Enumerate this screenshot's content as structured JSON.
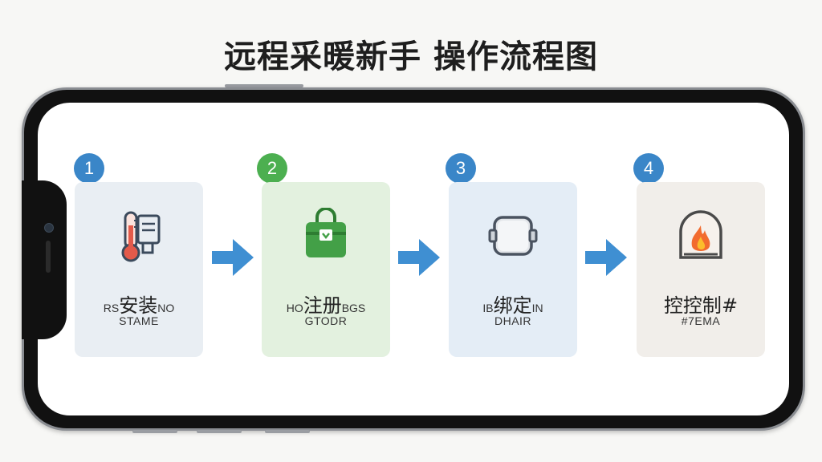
{
  "title": "远程采暖新手 操作流程图",
  "steps": [
    {
      "number": "1",
      "label": "安装",
      "left_text": "RS",
      "right_text": "NO",
      "sublabel": "STAME",
      "icon": "thermometer-device-icon",
      "badge_color": "#3a86c8",
      "card_color": "#e9eef3"
    },
    {
      "number": "2",
      "label": "注册",
      "left_text": "HO",
      "right_text": "BGS",
      "sublabel": "GTODR",
      "icon": "green-bag-icon",
      "badge_color": "#4caf50",
      "card_color": "#e3f1df"
    },
    {
      "number": "3",
      "label": "绑定",
      "left_text": "IB",
      "right_text": "IN",
      "sublabel": "DHAIR",
      "icon": "device-box-icon",
      "badge_color": "#3a86c8",
      "card_color": "#e4edf6"
    },
    {
      "number": "4",
      "label": "控控制",
      "left_text": "",
      "right_text": "#",
      "sublabel": "#7EMA",
      "icon": "fire-heater-icon",
      "badge_color": "#3a86c8",
      "card_color": "#f1eeea"
    }
  ],
  "arrow_color": "#3f8fd2"
}
